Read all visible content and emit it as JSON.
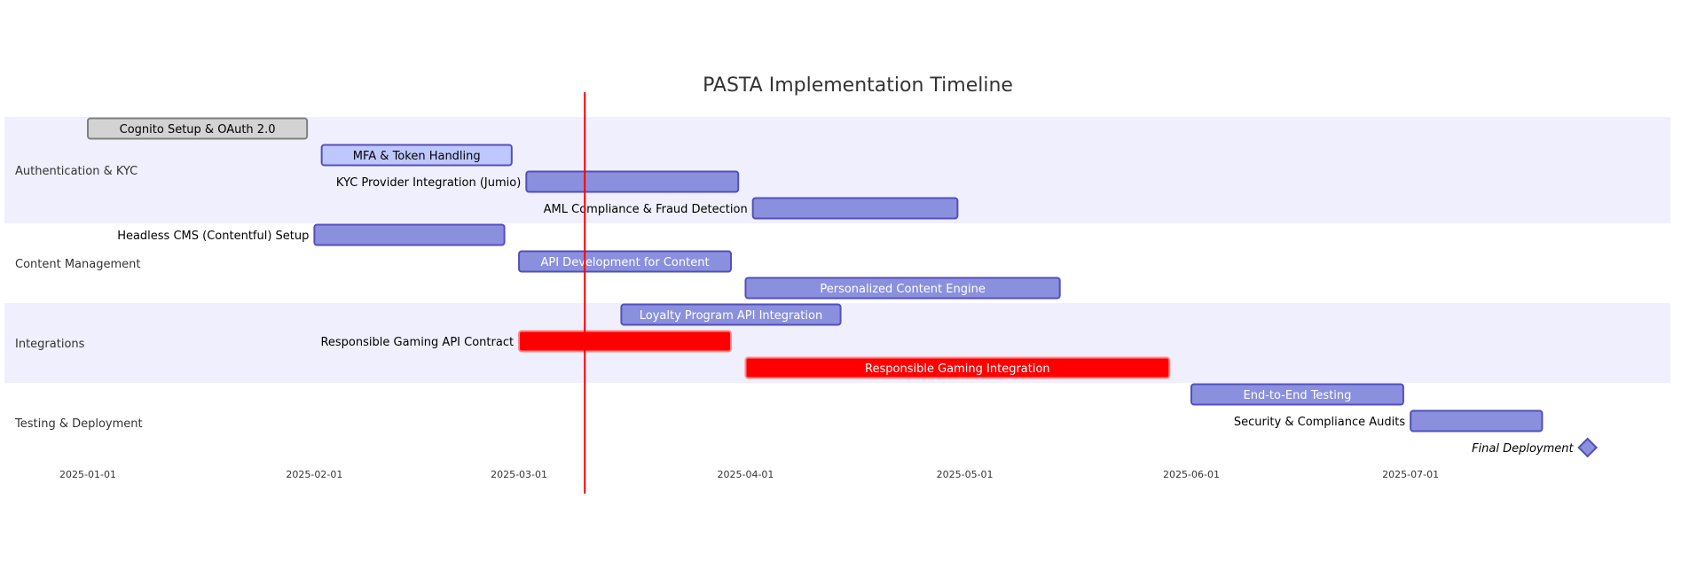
{
  "chart_data": {
    "type": "gantt",
    "title": "PASTA Implementation Timeline",
    "x_axis": {
      "type": "date",
      "range": [
        "2025-01-01",
        "2025-08-05"
      ],
      "ticks": [
        "2025-01-01",
        "2025-02-01",
        "2025-03-01",
        "2025-04-01",
        "2025-05-01",
        "2025-06-01",
        "2025-07-01"
      ]
    },
    "today_marker": "2025-03-10",
    "colors": {
      "section_bg_odd": "#efeffd",
      "section_bg_even": "#fffcd1",
      "task_fill": "#8a90dd",
      "task_stroke": "#534fbc",
      "active_fill": "#bfc7ff",
      "done_fill": "#d3d3d3",
      "done_stroke": "#808080",
      "crit_fill": "#ff0000",
      "crit_stroke": "#ff8888",
      "today_line": "#ff0000"
    },
    "sections": [
      {
        "name": "Authentication & KYC",
        "tasks": [
          {
            "name": "Cognito Setup & OAuth 2.0",
            "start": "2025-01-01",
            "end": "2025-01-31",
            "status": "done"
          },
          {
            "name": "MFA & Token Handling",
            "start": "2025-02-02",
            "end": "2025-02-28",
            "status": "active"
          },
          {
            "name": "KYC Provider Integration (Jumio)",
            "start": "2025-03-02",
            "end": "2025-03-31",
            "status": "normal"
          },
          {
            "name": "AML Compliance & Fraud Detection",
            "start": "2025-04-02",
            "end": "2025-04-30",
            "status": "normal"
          }
        ]
      },
      {
        "name": "Content Management",
        "tasks": [
          {
            "name": "Headless CMS (Contentful) Setup",
            "start": "2025-02-01",
            "end": "2025-02-27",
            "status": "normal"
          },
          {
            "name": "API Development for Content",
            "start": "2025-03-01",
            "end": "2025-03-30",
            "status": "normal"
          },
          {
            "name": "Personalized Content Engine",
            "start": "2025-04-01",
            "end": "2025-05-14",
            "status": "normal"
          }
        ]
      },
      {
        "name": "Integrations",
        "tasks": [
          {
            "name": "Loyalty Program API Integration",
            "start": "2025-03-15",
            "end": "2025-04-14",
            "status": "normal"
          },
          {
            "name": "Responsible Gaming API Contract",
            "start": "2025-03-01",
            "end": "2025-03-30",
            "status": "crit"
          },
          {
            "name": "Responsible Gaming Integration",
            "start": "2025-04-01",
            "end": "2025-05-29",
            "status": "crit"
          }
        ]
      },
      {
        "name": "Testing & Deployment",
        "tasks": [
          {
            "name": "End-to-End Testing",
            "start": "2025-06-01",
            "end": "2025-06-30",
            "status": "normal"
          },
          {
            "name": "Security & Compliance Audits",
            "start": "2025-07-01",
            "end": "2025-07-19",
            "status": "normal"
          },
          {
            "name": "Final Deployment",
            "start": "2025-07-24",
            "end": "2025-07-24",
            "status": "milestone"
          }
        ]
      }
    ]
  }
}
